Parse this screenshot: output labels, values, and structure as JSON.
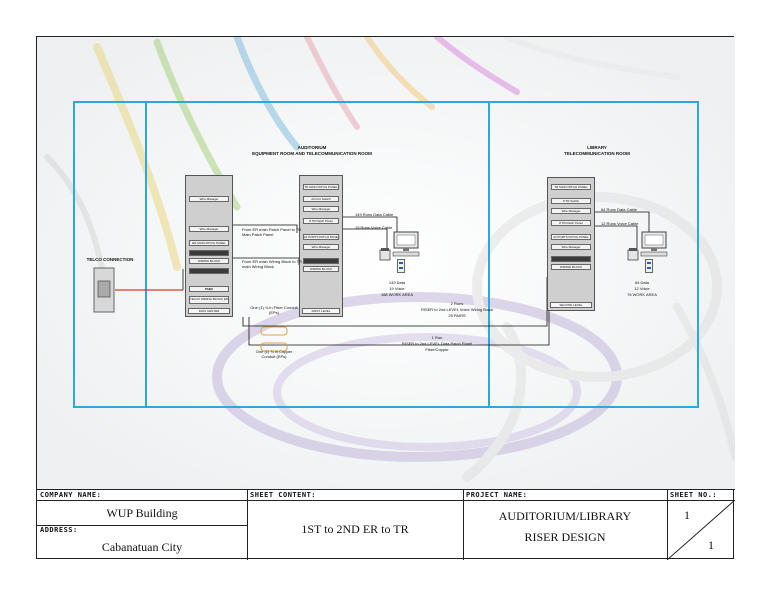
{
  "diagram": {
    "telco_label": "TELCO CONNECTION",
    "auditorium_title_1": "AUDITORIUM",
    "auditorium_title_2": "EQUIPMENT ROOM AND TELECOMMUNICATION ROOM",
    "library_title_1": "LIBRARY",
    "library_title_2": "TELECOMMUNICATION ROOM",
    "er_rack": {
      "units": [
        "Wire Manager",
        "Wire Manager",
        "ER MAIN PATCH PANEL",
        "WIRING BLOCK",
        "PABX",
        "TELCO WIRING BLOCK ER"
      ],
      "label": "DATA CENTER"
    },
    "tr1_rack": {
      "units": [
        "TR MAIN PATCH PANEL",
        "24 Port Switch",
        "Wire Manager",
        "8 TR Patch Panel",
        "24 PORTS PATCH PANEL",
        "Wire Manager",
        "WIRING BLOCK"
      ],
      "label": "FIRST LEVEL"
    },
    "tr2_rack": {
      "units": [
        "TR MAIN PATCH PANEL",
        "8 TR Switch",
        "Wire Manager",
        "8 TR Patch Panel",
        "24 PORTS PATCH PANEL",
        "Wire Manager",
        "WIRING BLOCK"
      ],
      "label": "SECOND LEVEL"
    },
    "note_er_patch": "From ER main Patch Panel to TR Main Patch Panel",
    "note_er_wiring": "From ER main Wiring Block to TR main Wiring Block",
    "note_fiber_conduit": "One (1) ¾ in Fiber Conduit (EPs)",
    "note_copper_conduit": "One (1) ¾ in Copper Conduit (EPs)",
    "tr1_data_cable": "149 Runs Data Cable",
    "tr1_voice_cable": "19 Runs Voice Cable",
    "tr1_work_area": [
      "149 Data",
      "19 Voice",
      "168 WORK AREA"
    ],
    "riser_runs": "2 Runs",
    "riser_voice": "RISER to 2nd LEVEL Voice Wiring Block",
    "riser_pairs": "25 PAIRS",
    "riser_data_runs": "1 Run",
    "riser_data": "RISER to 2nd LEVEL Data Patch Panel",
    "riser_fiber": "Fiber/Copper",
    "tr2_data_cable": "64 Runs Data Cable",
    "tr2_voice_cable": "12 Runs Voice Cable",
    "tr2_work_area": [
      "64 Data",
      "12 Voice",
      "76 WORK AREA"
    ]
  },
  "titleblock": {
    "company_head": "COMPANY NAME:",
    "company_value": "WUP Building",
    "address_head": "ADDRESS:",
    "address_value": "Cabanatuan City",
    "sheet_content_head": "SHEET CONTENT:",
    "sheet_content_value": "1ST to 2ND ER to TR",
    "project_head": "PROJECT NAME:",
    "project_line1": "AUDITORIUM/LIBRARY",
    "project_line2": "RISER DESIGN",
    "sheet_no_head": "SHEET NO.:",
    "sheet_no": "1",
    "sheet_total": "1"
  },
  "colors": {
    "frame": "#29a9df",
    "telco_line": "#d9362b",
    "cable": "#111111"
  }
}
